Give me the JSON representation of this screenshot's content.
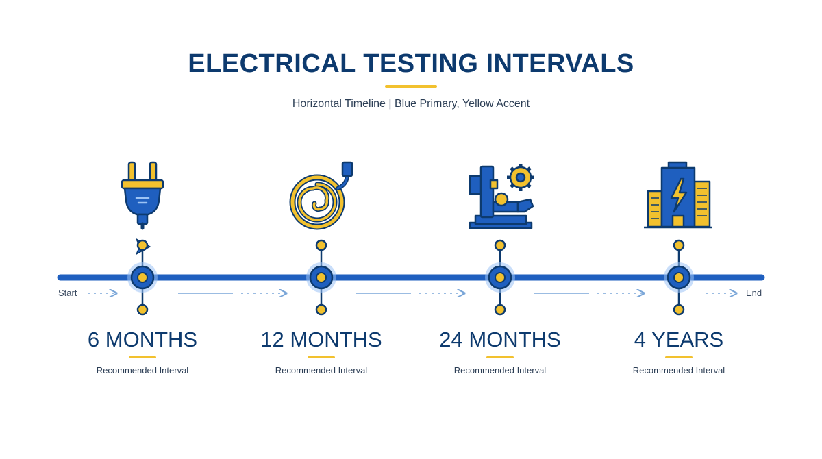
{
  "header": {
    "title": "ELECTRICAL TESTING INTERVALS",
    "subtitle": "Horizontal Timeline | Blue Primary, Yellow Accent"
  },
  "timeline": {
    "start_label": "Start",
    "end_label": "End",
    "colors": {
      "primary": "#1f5fbf",
      "dark": "#0d3a6e",
      "accent": "#f2c12e",
      "glow": "#9cc3f5"
    },
    "milestones": [
      {
        "label": "6 MONTHS",
        "caption": "Recommended Interval",
        "icon": "plug-icon"
      },
      {
        "label": "12 MONTHS",
        "caption": "Recommended Interval",
        "icon": "cable-coil-icon"
      },
      {
        "label": "24 MONTHS",
        "caption": "Recommended Interval",
        "icon": "machine-gear-icon"
      },
      {
        "label": "4 YEARS",
        "caption": "Recommended Interval",
        "icon": "building-power-icon"
      }
    ]
  }
}
